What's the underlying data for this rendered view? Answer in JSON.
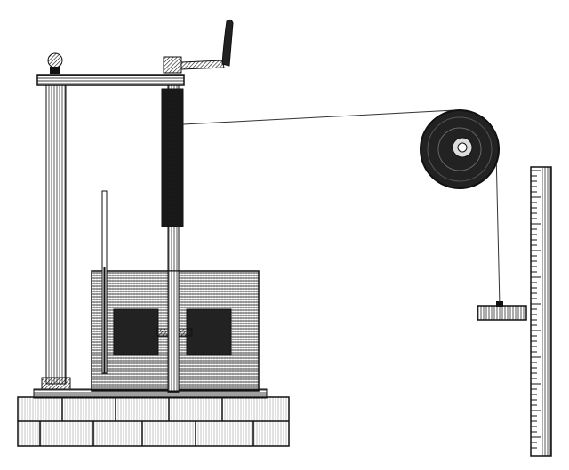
{
  "illustration": {
    "style": "monochrome engraving",
    "colors": {
      "ink": "#111111",
      "paper": "#ffffff",
      "mid": "#555555"
    },
    "parts": [
      "left-column",
      "crossbar",
      "crank-handle",
      "spindle",
      "winding-drum",
      "string",
      "pulley",
      "weight",
      "measuring-scale",
      "water-vessel",
      "thermometer",
      "paddle-wheel",
      "brick-base"
    ]
  }
}
